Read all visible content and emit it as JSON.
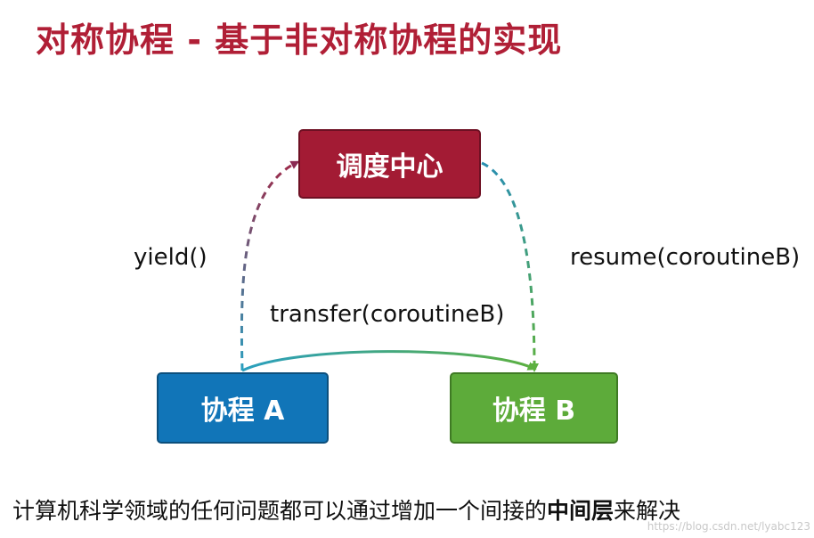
{
  "title": "对称协程 - 基于非对称协程的实现",
  "nodes": {
    "scheduler": "调度中心",
    "coroutine_a": "协程 A",
    "coroutine_b": "协程 B"
  },
  "edges": {
    "yield_label": "yield()",
    "resume_label": "resume(coroutineB)",
    "transfer_label": "transfer(coroutineB)"
  },
  "footer": {
    "text_before": "计算机科学领域的任何问题都可以通过增加一个间接的",
    "text_bold": "中间层",
    "text_after": "来解决"
  },
  "watermark": "https://blog.csdn.net/lyabc123",
  "colors": {
    "title": "#b01f36",
    "scheduler_fill": "#a31b34",
    "coroutine_a_fill": "#1175b8",
    "coroutine_b_fill": "#5dab3a"
  }
}
